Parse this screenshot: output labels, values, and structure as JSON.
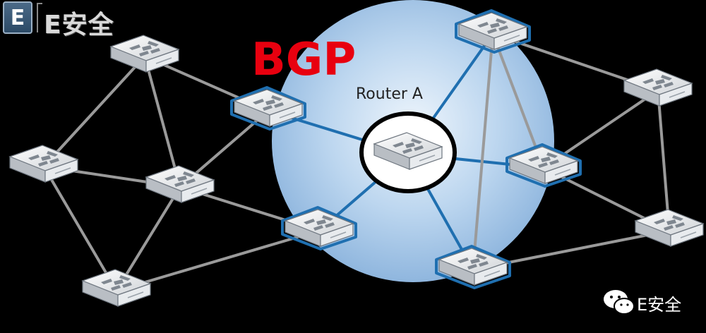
{
  "diagram": {
    "title": "BGP",
    "center_router_label": "Router A"
  },
  "branding": {
    "logo_letter": "E",
    "logo_text": "E安全",
    "watermark_text": "E安全",
    "watermark_icon": "wechat-icon"
  },
  "colors": {
    "background": "#000000",
    "title": "#e8000f",
    "bubble": "#bfd8f0",
    "blue_link": "#1f6fb0",
    "gray_link": "#9a9a9a"
  },
  "nodes": [
    {
      "id": "r1",
      "highlight": false
    },
    {
      "id": "r2",
      "highlight": false
    },
    {
      "id": "r3",
      "highlight": false
    },
    {
      "id": "r4",
      "highlight": false
    },
    {
      "id": "r5",
      "highlight": true
    },
    {
      "id": "r6",
      "highlight": true
    },
    {
      "id": "router_a",
      "highlight": false
    },
    {
      "id": "r8",
      "highlight": true
    },
    {
      "id": "r9",
      "highlight": true
    },
    {
      "id": "r10",
      "highlight": true
    },
    {
      "id": "r11",
      "highlight": false
    },
    {
      "id": "r12",
      "highlight": false
    }
  ],
  "links": [
    {
      "from": "r1",
      "to": "r2",
      "kind": "gray"
    },
    {
      "from": "r1",
      "to": "r4",
      "kind": "gray"
    },
    {
      "from": "r1",
      "to": "r5",
      "kind": "gray"
    },
    {
      "from": "r2",
      "to": "r4",
      "kind": "gray"
    },
    {
      "from": "r2",
      "to": "r3",
      "kind": "gray"
    },
    {
      "from": "r4",
      "to": "r3",
      "kind": "gray"
    },
    {
      "from": "r4",
      "to": "r5",
      "kind": "gray"
    },
    {
      "from": "r4",
      "to": "r6",
      "kind": "gray"
    },
    {
      "from": "r3",
      "to": "r6",
      "kind": "gray"
    },
    {
      "from": "r5",
      "to": "router_a",
      "kind": "blue"
    },
    {
      "from": "r6",
      "to": "router_a",
      "kind": "blue"
    },
    {
      "from": "r8",
      "to": "router_a",
      "kind": "blue"
    },
    {
      "from": "r9",
      "to": "router_a",
      "kind": "blue"
    },
    {
      "from": "r10",
      "to": "router_a",
      "kind": "blue"
    },
    {
      "from": "r8",
      "to": "r9",
      "kind": "gray"
    },
    {
      "from": "r8",
      "to": "r10",
      "kind": "gray"
    },
    {
      "from": "r8",
      "to": "r11",
      "kind": "gray"
    },
    {
      "from": "r11",
      "to": "r9",
      "kind": "gray"
    },
    {
      "from": "r11",
      "to": "r12",
      "kind": "gray"
    },
    {
      "from": "r9",
      "to": "r12",
      "kind": "gray"
    },
    {
      "from": "r12",
      "to": "r10",
      "kind": "gray"
    }
  ]
}
